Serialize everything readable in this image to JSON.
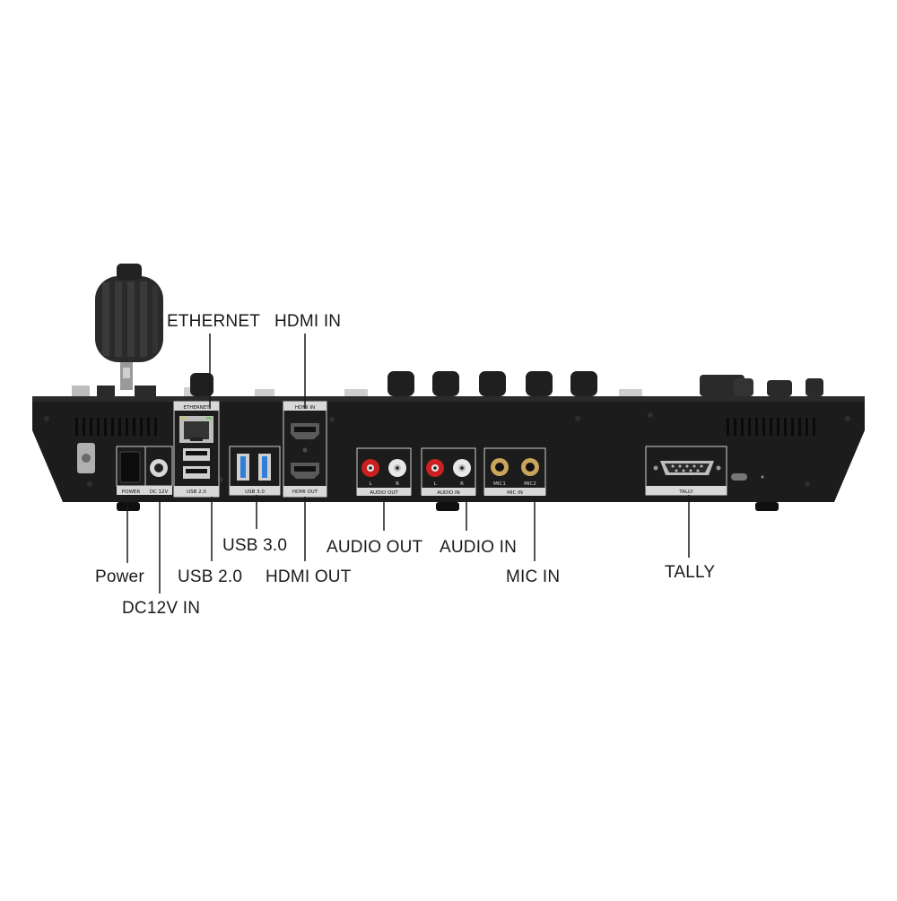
{
  "callouts": {
    "ethernet": "ETHERNET",
    "hdmi_in": "HDMI IN",
    "usb30": "USB 3.0",
    "audio_out": "AUDIO OUT",
    "audio_in": "AUDIO IN",
    "power": "Power",
    "usb20": "USB 2.0",
    "hdmi_out": "HDMI OUT",
    "mic_in": "MIC IN",
    "tally": "TALLY",
    "dc12v_in": "DC12V IN"
  },
  "panel_labels": {
    "ethernet": "ETHERNET",
    "hdmi_in": "HDMI IN",
    "power": "POWER",
    "dc12v": "DC 12V",
    "usb20": "USB 2.0",
    "usb30": "USB 3.0",
    "hdmi_out": "HDMI OUT",
    "audio_out": "AUDIO OUT",
    "audio_in": "AUDIO IN",
    "mic_in": "MIC IN",
    "tally": "TALLY",
    "ch_l": "L",
    "ch_r": "R",
    "mic1": "MIC1",
    "mic2": "MIC2"
  },
  "colors": {
    "chassis": "#1c1c1c",
    "port_red": "#cc1f1f",
    "port_white": "#e8e8e8",
    "usb3_blue": "#2f7fd8",
    "mic_gold": "#c8a55a"
  }
}
